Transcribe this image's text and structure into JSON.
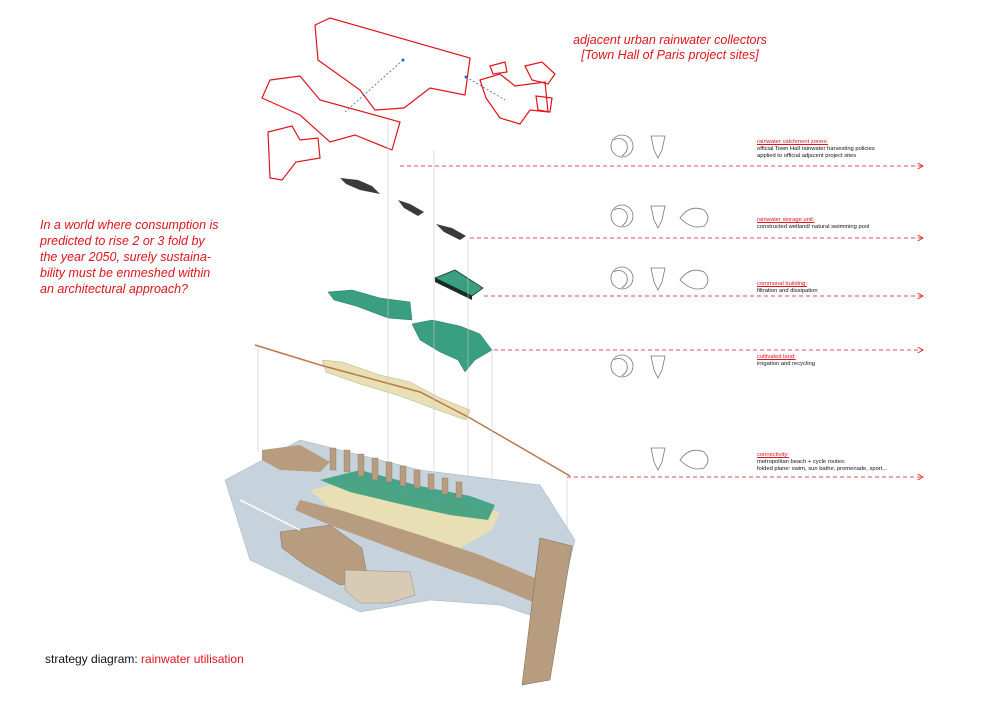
{
  "header": {
    "line1": "adjacent urban rainwater collectors",
    "line2": "[Town Hall of Paris project sites]"
  },
  "question": {
    "lines": [
      "In a world where consumption is",
      "predicted to rise 2 or 3 fold by",
      "the year 2050, surely sustaina-",
      "bility must be enmeshed within",
      "an architectural approach?"
    ]
  },
  "layers": [
    {
      "heading": "rainwater catchment zones:",
      "lines": [
        "official Town Hall rainwater harvesting policies",
        "applied to official adjacent project sites"
      ]
    },
    {
      "heading": "rainwater storage unit:",
      "lines": [
        "constructed wetland/ natural swimming pool"
      ]
    },
    {
      "heading": "communal building:",
      "lines": [
        "filtration and dissipation"
      ]
    },
    {
      "heading": "cultivated land:",
      "lines": [
        "irrigation and recycling"
      ]
    },
    {
      "heading": "connectivity:",
      "lines": [
        "metropolitan beach + cycle routes:",
        "folded plane: swim, sun bathe, promenade, sport..."
      ]
    }
  ],
  "footer": {
    "prefix": "strategy diagram: ",
    "highlight": "rainwater utilisation"
  },
  "colors": {
    "accent": "#e0141a",
    "water": "#3a9f80",
    "land": "#e8dfb4",
    "base": "#c7d3dc",
    "timber": "#b89c80"
  },
  "icons": [
    "globe-icon",
    "body-figure-icon",
    "swimmer-icon"
  ]
}
